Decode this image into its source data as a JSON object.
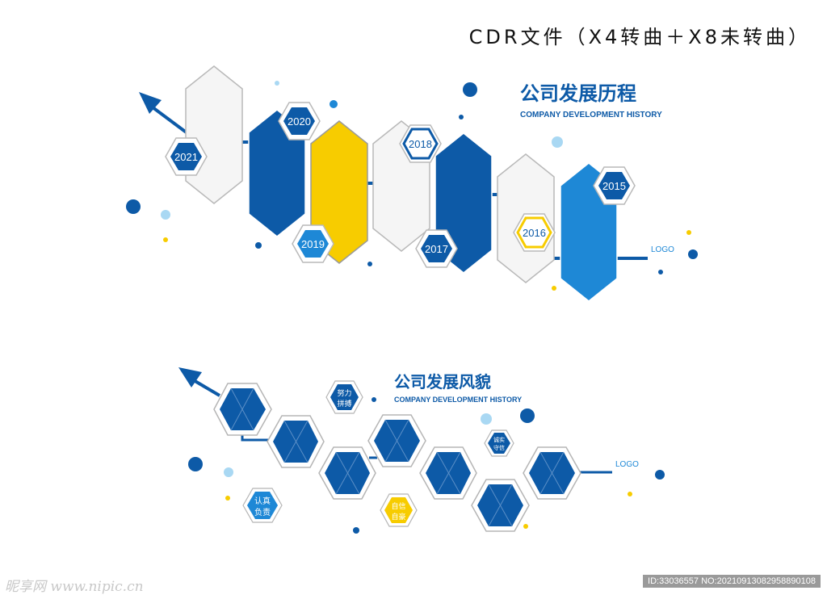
{
  "header": {
    "title": "CDR文件（X4转曲＋X8未转曲）"
  },
  "history": {
    "title_cn": "公司发展历程",
    "title_en": "COMPANY DEVELOPMENT HISTORY",
    "logo": "LOGO",
    "years": [
      "2021",
      "2020",
      "2019",
      "2018",
      "2017",
      "2016",
      "2015"
    ]
  },
  "style": {
    "title_cn": "公司发展风貌",
    "title_en": "COMPANY DEVELOPMENT HISTORY",
    "logo": "LOGO",
    "badges": [
      {
        "lines": [
          "努力",
          "拼搏"
        ],
        "color": "#0d5aa7"
      },
      {
        "lines": [
          "诚实",
          "守信"
        ],
        "color": "#0d5aa7"
      },
      {
        "lines": [
          "认真",
          "负责"
        ],
        "color": "#1e88d6"
      },
      {
        "lines": [
          "自信",
          "自豪"
        ],
        "color": "#f7cc00"
      }
    ]
  },
  "colors": {
    "dark_blue": "#0d5aa7",
    "mid_blue": "#1e88d6",
    "light_blue": "#a9d8f3",
    "yellow": "#f7cc00",
    "gray": "#f5f5f5"
  },
  "watermark": {
    "left": "昵享网 www.nipic.cn",
    "right": "ID:33036557 NO:20210913082958890108"
  }
}
